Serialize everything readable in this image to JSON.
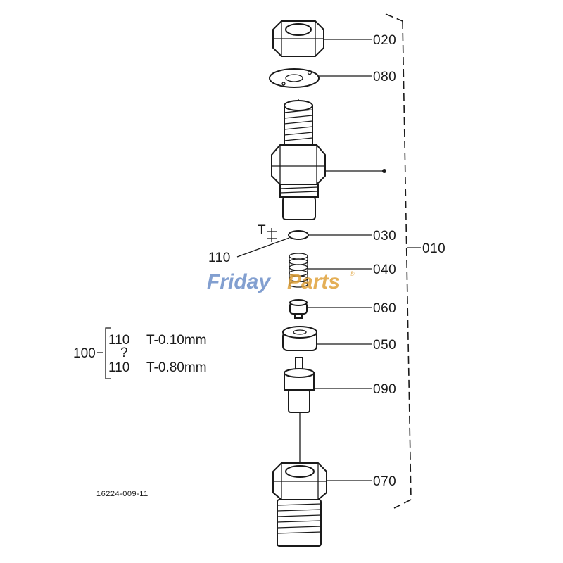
{
  "callouts": {
    "c020": "020",
    "c080": "080",
    "c030": "030",
    "c010": "010",
    "c110": "110",
    "t_label": "T",
    "c040": "040",
    "c060": "060",
    "c050": "050",
    "c090": "090",
    "c070": "070"
  },
  "variant_table": {
    "group": "100",
    "row1_part": "110",
    "row1_spec": "T-0.10mm",
    "range_mark": "?",
    "row2_part": "110",
    "row2_spec": "T-0.80mm"
  },
  "drawing_number": "16224-009-11",
  "watermark": {
    "word1": "Friday",
    "word2": "Parts",
    "mark": "®",
    "color1": "#6d8fc8",
    "color2": "#e0a23a"
  }
}
